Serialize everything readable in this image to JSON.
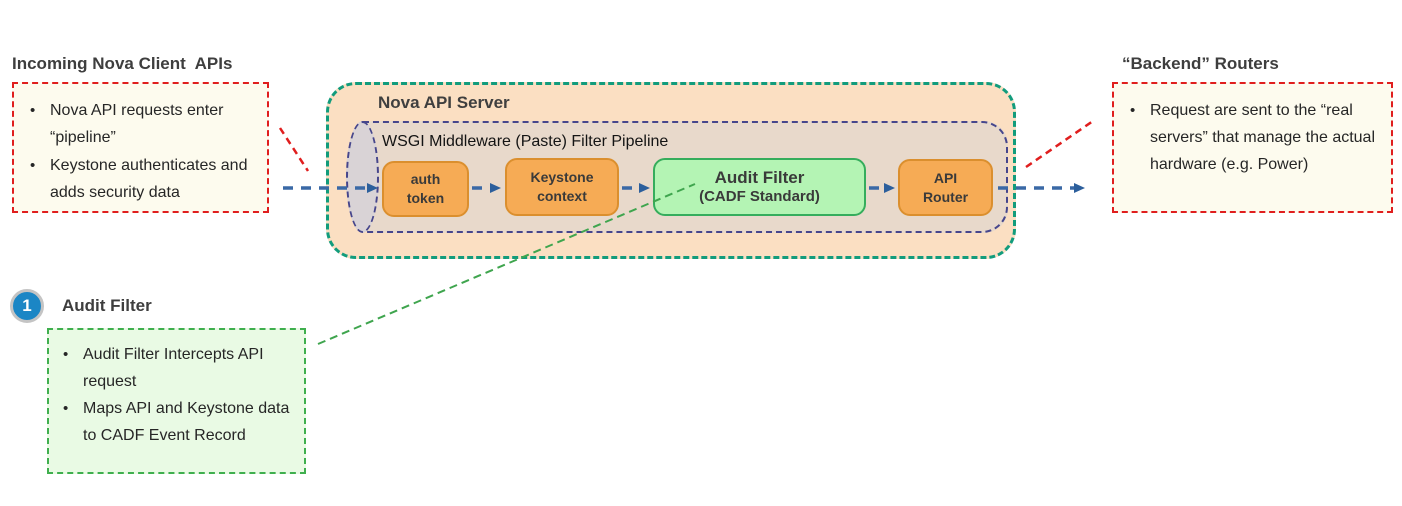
{
  "colors": {
    "red_dashed": "#E01E1E",
    "note_cream_bg": "#FDFBEE",
    "server_green_border": "#129C7C",
    "server_peach_bg": "#FBDFC2",
    "pipeline_navy_border": "#46468C",
    "pipeline_tan_bg": "#E8D9CB",
    "stage_orange_bg": "#F6AB55",
    "stage_orange_border": "#DB8F2E",
    "audit_green_bg": "#B4F4B4",
    "audit_green_border": "#35AD5C",
    "callout_green_border": "#3FAF4E",
    "callout_green_bg": "#E9FAE4",
    "arrow_blue": "#3A69A6",
    "badge_blue": "#1B86C5",
    "heading_text": "#3E3E3E"
  },
  "left_note": {
    "title": "Incoming Nova Client  APIs",
    "bullets": [
      "Nova API requests enter “pipeline”",
      "Keystone authenticates and adds security data"
    ]
  },
  "server": {
    "title": "Nova API Server",
    "pipeline_label": "WSGI Middleware (Paste) Filter Pipeline",
    "stages": [
      {
        "line1": "auth",
        "line2": "token"
      },
      {
        "line1": "Keystone",
        "line2": "context"
      },
      {
        "line1": "Audit Filter",
        "line2": "(CADF Standard)"
      },
      {
        "line1": "API",
        "line2": "Router"
      }
    ]
  },
  "right_note": {
    "title": "“Backend” Routers",
    "bullets": [
      "Request are sent to the “real servers” that manage the actual hardware (e.g. Power)"
    ]
  },
  "callout": {
    "number": "1",
    "title": "Audit Filter",
    "bullets": [
      "Audit Filter Intercepts API request",
      "Maps API and Keystone data to CADF Event Record"
    ]
  },
  "glyphs": {
    "bullet": "•"
  }
}
